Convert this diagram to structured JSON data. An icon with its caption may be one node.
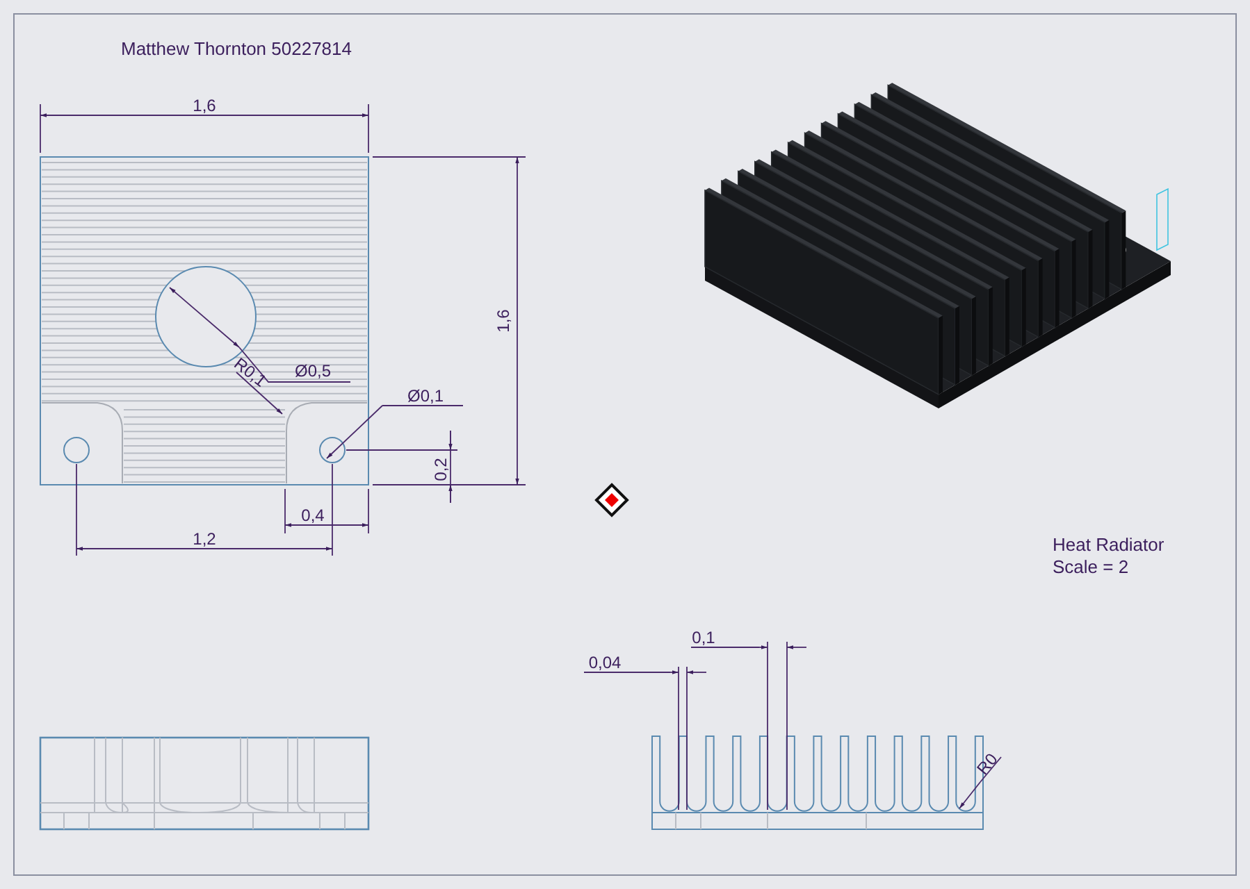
{
  "diagram": {
    "labels": [
      "Matthew Thornton 50227814",
      "1,6",
      "1,6",
      "Ø0,5",
      "R0,1",
      "Ø0,1",
      "0,2",
      "0,4",
      "1,2",
      "Heat Radiator",
      "Scale = 2",
      "0,1",
      "0,04",
      "R0"
    ]
  }
}
